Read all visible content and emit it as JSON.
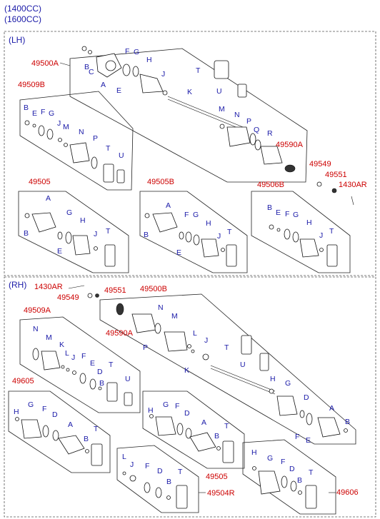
{
  "header": {
    "engine_1": "(1400CC)",
    "engine_2": "(1600CC)"
  },
  "lh": {
    "section": "(LH)",
    "main_assy": "49500A",
    "main_letters": [
      "B",
      "C",
      "A",
      "E",
      "F",
      "G",
      "H",
      "J",
      "K",
      "T",
      "U",
      "M",
      "N",
      "P",
      "Q",
      "R"
    ],
    "outer_joint": "49590A",
    "nut": "49551",
    "washer": "49549",
    "pin": "1430AR",
    "kit_b": "49509B",
    "kit_b_letters": [
      "B",
      "E",
      "F",
      "G",
      "J",
      "M",
      "N",
      "P",
      "T",
      "U"
    ],
    "kit_1": "49505",
    "kit_1_letters": [
      "A",
      "B",
      "E",
      "G",
      "H",
      "J",
      "T"
    ],
    "kit_2": "49505B",
    "kit_2_letters": [
      "A",
      "B",
      "E",
      "F",
      "G",
      "H",
      "J",
      "T"
    ],
    "kit_3": "49506B",
    "kit_3_letters": [
      "B",
      "E",
      "F",
      "G",
      "H",
      "J",
      "T"
    ]
  },
  "rh": {
    "section": "(RH)",
    "pin": "1430AR",
    "washer": "49549",
    "nut": "49551",
    "main_assy": "49500B",
    "outer_joint": "49590A",
    "main_letters": [
      "N",
      "M",
      "P",
      "L",
      "J",
      "K",
      "T",
      "U",
      "H",
      "G",
      "D",
      "A",
      "B",
      "F",
      "E"
    ],
    "kit_a": "49509A",
    "kit_a_letters": [
      "N",
      "M",
      "K",
      "L",
      "J",
      "F",
      "E",
      "D",
      "B",
      "T",
      "U"
    ],
    "kit_1": "49605",
    "kit_1_letters": [
      "H",
      "G",
      "F",
      "D",
      "A",
      "B",
      "T"
    ],
    "kit_2_letters": [
      "H",
      "G",
      "F",
      "D",
      "A",
      "B",
      "T"
    ],
    "kit_2": "49505",
    "kit_3": "49504R",
    "kit_3_letters": [
      "L",
      "J",
      "F",
      "D",
      "B",
      "T"
    ],
    "kit_4": "49606",
    "kit_4_letters": [
      "H",
      "G",
      "F",
      "D",
      "B",
      "T"
    ]
  }
}
